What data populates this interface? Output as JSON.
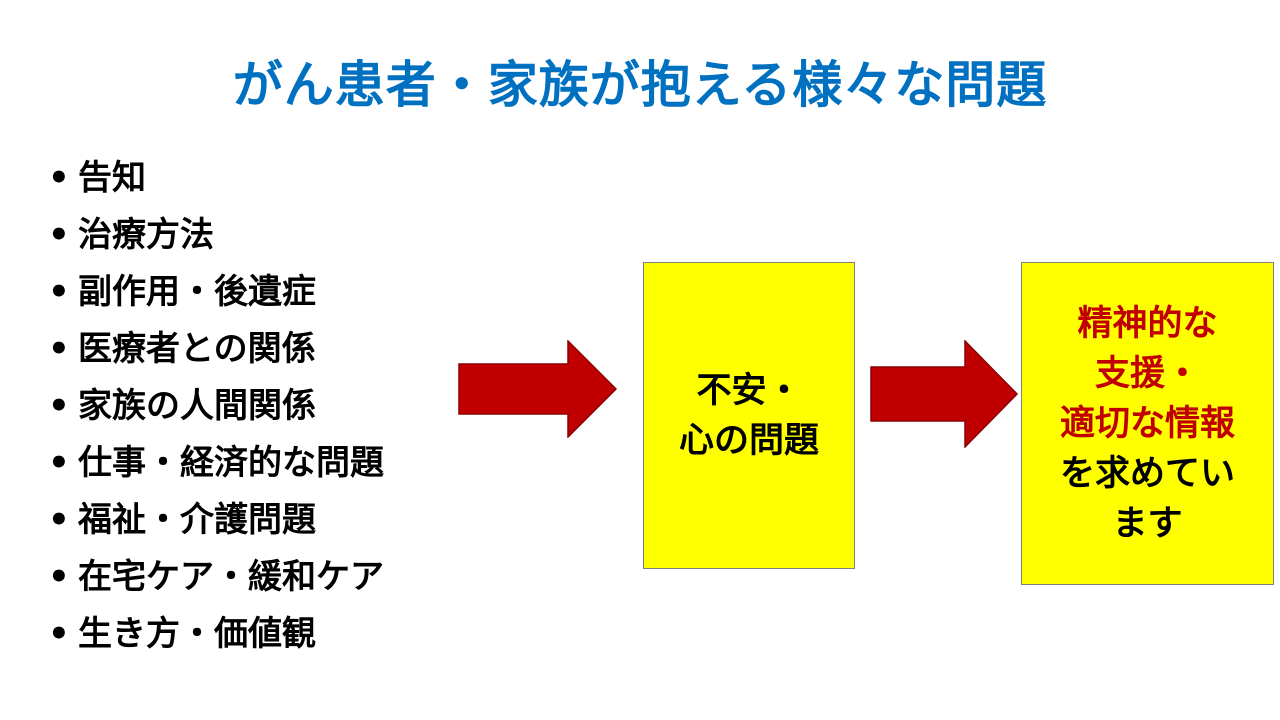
{
  "title": "がん患者・家族が抱える様々な問題",
  "bullet": "•",
  "problems": [
    "告知",
    "治療方法",
    "副作用・後遺症",
    "医療者との関係",
    "家族の人間関係",
    "仕事・経済的な問題",
    "福祉・介護問題",
    "在宅ケア・緩和ケア",
    "生き方・価値観"
  ],
  "middle_box": {
    "lines": [
      "不安・",
      "心の問題"
    ]
  },
  "result_box": {
    "red_lines": [
      "精神的な",
      "支援・",
      "適切な情報"
    ],
    "black_lines": [
      "を求めてい",
      "ます"
    ]
  },
  "colors": {
    "title": "#0070C0",
    "box_fill": "#FFFF00",
    "arrow": "#C00000",
    "emphasis": "#C00000"
  }
}
